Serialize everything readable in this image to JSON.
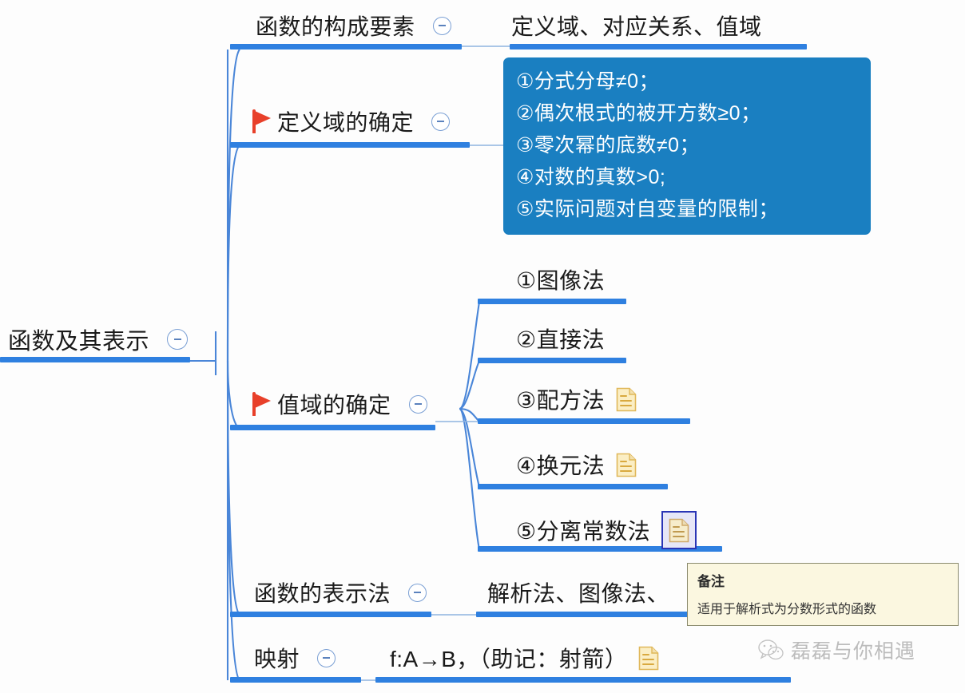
{
  "map": {
    "root": {
      "label": "函数及其表示",
      "toggle": "collapse-minus"
    },
    "branches": [
      {
        "id": "composition",
        "label": "函数的构成要素",
        "flag": false,
        "toggle": "collapse-minus",
        "children": [
          {
            "label": "定义域、对应关系、值域",
            "note": null
          }
        ]
      },
      {
        "id": "domain",
        "label": "定义域的确定",
        "flag": true,
        "toggle": "collapse-minus",
        "children": []
      },
      {
        "id": "range",
        "label": "值域的确定",
        "flag": true,
        "toggle": "collapse-minus",
        "children": [
          {
            "label": "①图像法",
            "note": null
          },
          {
            "label": "②直接法",
            "note": null
          },
          {
            "label": "③配方法",
            "note": "note-icon"
          },
          {
            "label": "④换元法",
            "note": "note-icon"
          },
          {
            "label": "⑤分离常数法",
            "note": "note-icon-selected"
          }
        ]
      },
      {
        "id": "representation",
        "label": "函数的表示法",
        "flag": false,
        "toggle": "collapse-minus",
        "children": [
          {
            "label": "解析法、图像法、",
            "note": null
          }
        ]
      },
      {
        "id": "mapping",
        "label": "映射",
        "flag": false,
        "toggle": "collapse-minus",
        "children": [
          {
            "label": "f:A→B，（助记：射箭）",
            "note": "note-icon"
          }
        ]
      }
    ]
  },
  "blue_box": {
    "lines": [
      "①分式分母≠0；",
      "②偶次根式的被开方数≥0；",
      "③零次幂的底数≠0；",
      "④对数的真数>0;",
      "⑤实际问题对自变量的限制；"
    ]
  },
  "tooltip": {
    "title": "备注",
    "body": "适用于解析式为分数形式的函数"
  },
  "watermark": {
    "text": "磊磊与你相遇",
    "logo": "wechat-icon"
  },
  "colors": {
    "branch_blue": "#2f80e0",
    "wire_blue": "#4a86d8",
    "info_box_blue": "#1a7fc1",
    "flag_red": "#e8402a",
    "note_yellow": "#f5d98a",
    "tooltip_bg": "#fbf7e0",
    "selected_border": "#2a35b5"
  }
}
